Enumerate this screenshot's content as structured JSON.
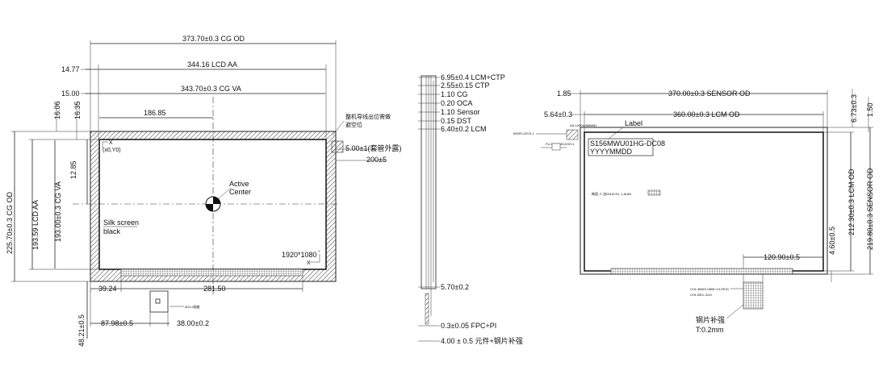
{
  "front_view": {
    "cg_od_width": "373.70±0.3 CG OD",
    "lcd_aa_width": "344.16 LCD AA",
    "cg_va_width": "343.70±0.3 CG VA",
    "left_offset_aa": "14.77",
    "left_offset_va": "15.00",
    "center_x": "186.85",
    "top_offset_1": "16.06",
    "top_offset_2": "16.35",
    "inner_offset": "12.85",
    "cg_od_height": "225.70±0.3 CG OD",
    "lcd_aa_height": "193.59 LCD AA",
    "cg_va_height": "193.00±0.3 CG VA",
    "note_cn": [
      "整机导线出位需做",
      "避空位"
    ],
    "cable_dim": "5.00±1(套管外露)",
    "cable_length": "200±5",
    "origin_label": "(x0,Y0)",
    "axis_x": "X",
    "axis_y": "Y",
    "active_center": [
      "Active",
      "Center"
    ],
    "silk_screen": [
      "Silk screen",
      "black"
    ],
    "resolution": "1920*1080",
    "bottom_dim_1": "39.24",
    "bottom_dim_2": "281.50",
    "bottom_dim_3": "87.98±0.5",
    "bottom_dim_4": "38.00±0.2",
    "bottom_dim_5": "48.21±0.5",
    "connector_label": "Ø11.6插座"
  },
  "side_view": {
    "layers": [
      "6.95±0.4 LCM+CTP",
      "2.55±0.15  CTP",
      "1.10 CG",
      "0.20 OCA",
      "1.10 Sensor",
      "0.15 DST",
      "6.40±0.2 LCM"
    ],
    "dim_1": "5.70±0.2",
    "dim_2": "0.3±0.05 FPC+PI",
    "dim_3": "4.00 ± 0.5 元件+钢片补强"
  },
  "back_view": {
    "sensor_od_width": "370.00±0.3 SENSOR OD",
    "lcm_od_width": "360.00±0.3 LCM OD",
    "left_1": "1.85",
    "left_2": "5.64±0.3",
    "top_right_1": "6.73±0.3",
    "top_right_2": "1.50",
    "label_title": "Label",
    "label_line1": "S156MWU01HG-DC08",
    "label_line2": "YYYYMMDD",
    "lcm_od_height": "212.30±0.3  LCM OD",
    "sensor_od_height": "219.80±0.3 SENSOR OD",
    "fpc_dim": "120.90±0.5",
    "fpc_offset": "4.60±0.5",
    "stiffener": [
      "钢片补强",
      "T:0.2mm"
    ],
    "small_label_1": "BHSR-02VS-1",
    "small_label_2": "AA-1000U/5MMB1",
    "small_label_3": "FU-02/71MGJ/GH-1",
    "barcode_text": "韩国 人 由0010C01. 1,8080",
    "fpc_label_1": "CH1.3B4IS-0806+13-PE01",
    "fpc_label_2": "CH1 BE/L-3/10"
  }
}
